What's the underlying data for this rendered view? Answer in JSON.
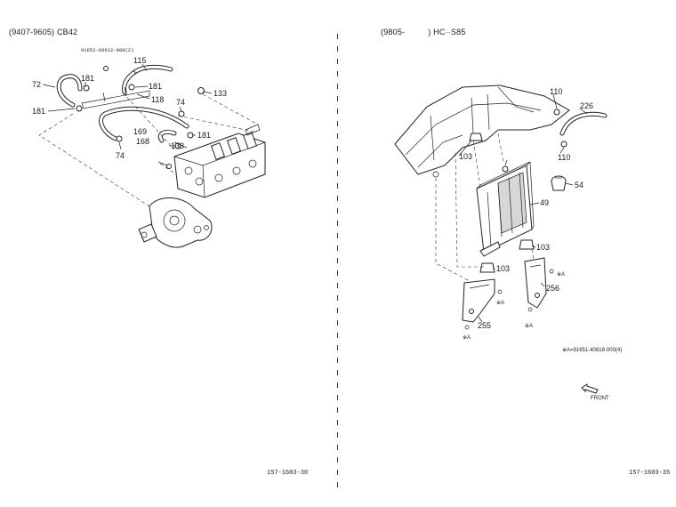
{
  "header": {
    "left_code": "(9407-9605)",
    "left_model": "CB42",
    "right_code": "(9805-",
    "right_code_close": ")",
    "right_model": "HC··S85"
  },
  "part_number_stamp": "91652-60612-000(2)",
  "callouts_left": [
    "115",
    "72",
    "181",
    "181",
    "118",
    "133",
    "181",
    "74",
    "169",
    "181",
    "168",
    "133",
    "74"
  ],
  "callouts_right": [
    "110",
    "226",
    "103",
    "110",
    "54",
    "49",
    "103",
    "103",
    "256",
    "255"
  ],
  "marks": [
    "※A",
    "※A",
    "※A",
    "※A"
  ],
  "note": "※A=91651-40818-000(4)",
  "front_label": "FRONT",
  "figure_left": "157-1603-30",
  "figure_right": "157-1603-35"
}
